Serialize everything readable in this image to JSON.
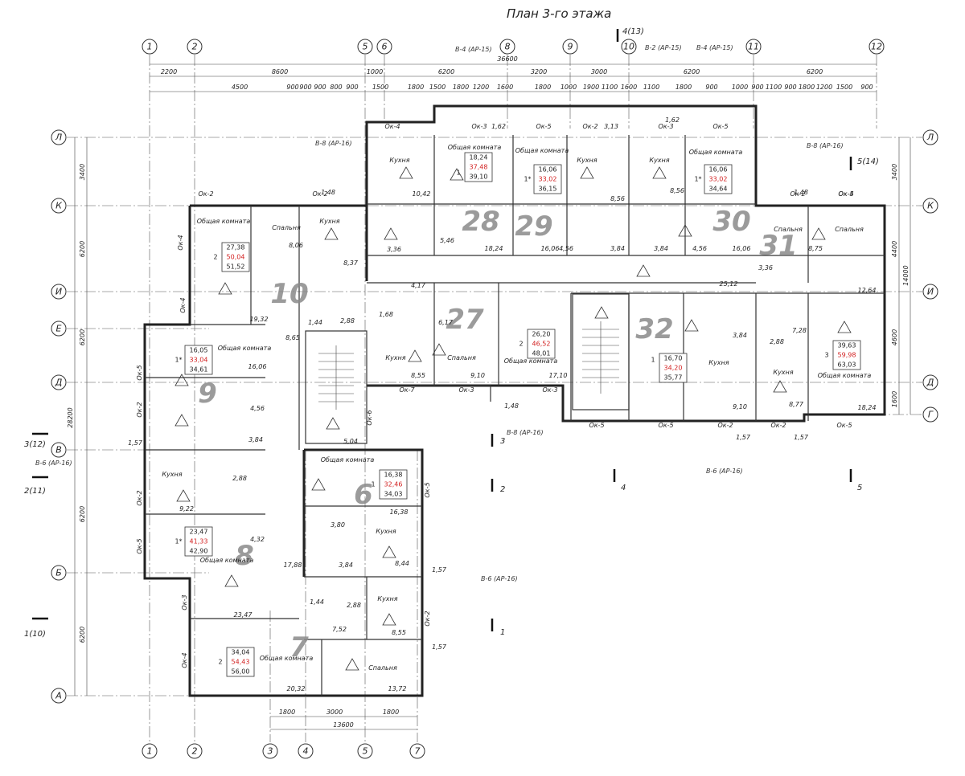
{
  "title": "План 3-го этажа",
  "axes_top": [
    "1",
    "2",
    "5",
    "6",
    "8",
    "9",
    "10",
    "11",
    "12"
  ],
  "axes_bottom": [
    "1",
    "2",
    "3",
    "4",
    "5",
    "7"
  ],
  "axes_left": [
    "Л",
    "К",
    "И",
    "Е",
    "Д",
    "В",
    "Б",
    "А"
  ],
  "axes_right": [
    "Л",
    "К",
    "И",
    "Д",
    "Г"
  ],
  "top_overall_dim": "36600",
  "top_dims_row1": [
    "2200",
    "8600",
    "1000",
    "6200",
    "3200",
    "3000",
    "6200",
    "6200"
  ],
  "top_dims_row2": [
    "4500",
    "900",
    "900",
    "900",
    "800",
    "900",
    "1500",
    "1800",
    "1500",
    "1800",
    "1200",
    "1600",
    "1800",
    "1000",
    "1900",
    "1100",
    "1600",
    "1100",
    "1800",
    "900",
    "1000",
    "900",
    "1100",
    "900",
    "1800",
    "1200",
    "1500",
    "900"
  ],
  "left_overall_dim": "28200",
  "left_dims": [
    "3400",
    "6200",
    "6200",
    "6200",
    "6200"
  ],
  "right_overall_dim": "14000",
  "right_dims": [
    "3400",
    "4400",
    "4600",
    "1600"
  ],
  "bottom_overall_dim": "13600",
  "bottom_dims": [
    "1800",
    "3000",
    "1800"
  ],
  "section_marks": [
    {
      "label": "4(13)"
    },
    {
      "label": "5(14)"
    },
    {
      "label": "3(12)"
    },
    {
      "label": "2(11)"
    },
    {
      "label": "1(10)"
    },
    {
      "label": "3"
    },
    {
      "label": "2"
    },
    {
      "label": "1"
    },
    {
      "label": "4"
    },
    {
      "label": "5"
    }
  ],
  "references": [
    "В-4 (АР-15)",
    "В-2 (АР-15)",
    "В-4 (АР-15)",
    "В-8 (АР-16)",
    "В-8 (АР-16)",
    "В-6 (АР-16)",
    "В-8 (АР-16)",
    "В-6 (АР-16)",
    "В-6 (АР-16)"
  ],
  "apartments": [
    {
      "number": "28"
    },
    {
      "number": "29"
    },
    {
      "number": "30"
    },
    {
      "number": "31"
    },
    {
      "number": "27"
    },
    {
      "number": "32"
    },
    {
      "number": "10"
    },
    {
      "number": "9"
    },
    {
      "number": "8"
    },
    {
      "number": "6"
    },
    {
      "number": "7"
    }
  ],
  "area_boxes": [
    {
      "rooms": "1",
      "a": "18,24",
      "b": "37,48",
      "c": "39,10"
    },
    {
      "rooms": "1*",
      "a": "16,06",
      "b": "33,02",
      "c": "36,15"
    },
    {
      "rooms": "1*",
      "a": "16,06",
      "b": "33,02",
      "c": "34,64"
    },
    {
      "rooms": "2",
      "a": "27,38",
      "b": "50,04",
      "c": "51,52"
    },
    {
      "rooms": "1*",
      "a": "16,05",
      "b": "33,04",
      "c": "34,61"
    },
    {
      "rooms": "2",
      "a": "26,20",
      "b": "46,52",
      "c": "48,01"
    },
    {
      "rooms": "1",
      "a": "16,70",
      "b": "34,20",
      "c": "35,77"
    },
    {
      "rooms": "3",
      "a": "39,63",
      "b": "59,98",
      "c": "63,03"
    },
    {
      "rooms": "1",
      "a": "16,38",
      "b": "32,46",
      "c": "34,03"
    },
    {
      "rooms": "1*",
      "a": "23,47",
      "b": "41,33",
      "c": "42,90"
    },
    {
      "rooms": "2",
      "a": "34,04",
      "b": "54,43",
      "c": "56,00"
    }
  ],
  "rooms": [
    {
      "name": "Кухня",
      "area": "10,42"
    },
    {
      "name": "Общая комната",
      "area": "18,24"
    },
    {
      "name": "Общая комната",
      "area": "16,06"
    },
    {
      "name": "Кухня",
      "area": "8,56"
    },
    {
      "name": "Кухня",
      "area": "8,56"
    },
    {
      "name": "Общая комната",
      "area": "16,06"
    },
    {
      "name": "Спальня",
      "area": "8,06"
    },
    {
      "name": "Кухня",
      "area": "8,37"
    },
    {
      "name": "Общая комната",
      "area": "19,32"
    },
    {
      "name": "Общая комната",
      "area": "16,06"
    },
    {
      "name": "Кухня",
      "area": "8,55"
    },
    {
      "name": "Спальня",
      "area": "9,10"
    },
    {
      "name": "Общая комната",
      "area": "17,10"
    },
    {
      "name": "Кухня",
      "area": "9,10"
    },
    {
      "name": "Кухня",
      "area": "8,77"
    },
    {
      "name": "Общая комната",
      "area": "18,24"
    },
    {
      "name": "Спальня",
      "area": "8,75"
    },
    {
      "name": "Спальня",
      "area": "12,64"
    },
    {
      "name": "Кухня",
      "area": "9,22"
    },
    {
      "name": "Общая комната",
      "area": "16,38"
    },
    {
      "name": "Кухня",
      "area": "8,44"
    },
    {
      "name": "Общая комната",
      "area": "23,47"
    },
    {
      "name": "Кухня",
      "area": "8,55"
    },
    {
      "name": "Общая комната",
      "area": "20,32"
    },
    {
      "name": "Спальня",
      "area": "13,72"
    }
  ],
  "windows": [
    "Ок-4",
    "Ок-3",
    "Ок-5",
    "Ок-2",
    "Ок-3",
    "Ок-5",
    "Ок-2",
    "Ок-5",
    "Ок-4",
    "Ок-2",
    "Ок-7",
    "Ок-6",
    "Ок-3",
    "Ок-5",
    "Ок-2",
    "Ок-5",
    "Ок-2",
    "Ок-5",
    "Ок-4",
    "Ок-3",
    "Ок-5",
    "Ок-2",
    "Ок-2",
    "Ок-5",
    "Ок-3",
    "Ок-4",
    "Ок-2",
    "Ок-5",
    "Ок-2",
    "Ок-4"
  ],
  "misc_areas": [
    "3,36",
    "5,46",
    "4,56",
    "3,84",
    "3,84",
    "4,56",
    "25,12",
    "3,36",
    "5,04",
    "1,68",
    "4,17",
    "6,17",
    "2,88",
    "8,65",
    "1,44",
    "3,84",
    "4,56",
    "3,84",
    "2,88",
    "7,28",
    "3,80",
    "3,84",
    "17,88",
    "1,44",
    "2,88",
    "7,52",
    "4,32",
    "2,88",
    "1,57",
    "1,57",
    "1,57",
    "1,62",
    "1,62",
    "3,13",
    "1,48",
    "1,48",
    "1,48",
    "1,57",
    "1,57"
  ]
}
